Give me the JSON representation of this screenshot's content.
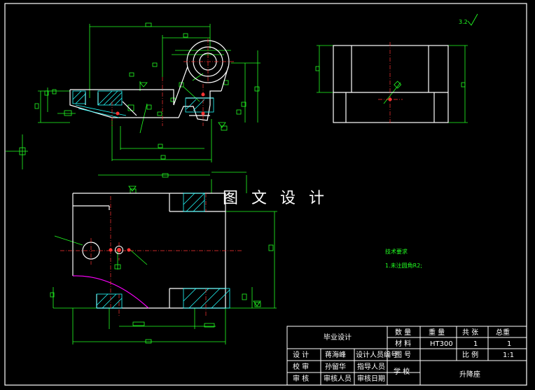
{
  "watermark": "图 文 设 计",
  "roughness_mark": "3.2",
  "tech_notes": {
    "title": "技术要求",
    "item1": "1.未注圆角R2;"
  },
  "title_block": {
    "project": "毕业设计",
    "quantity_label": "数 量",
    "weight_label": "重 量",
    "sheet_label": "共 张",
    "total_weight_label": "总重",
    "material_label": "材 料",
    "material_value": "HT300",
    "quantity_value": "1",
    "scale_label": "比 例",
    "scale_value": "1:1",
    "drawing_no_label": "图 号",
    "designer_label": "设 计",
    "designer_name": "蒋海峰",
    "student_id_label": "设计人员编号",
    "checker_label": "校 审",
    "checker_name": "孙留华",
    "advisor_label": "指导人员",
    "review_label": "审 核",
    "reviewer_label": "审核人员",
    "review_date_label": "审核日期",
    "school_label": "学 校",
    "part_name": "升降座"
  }
}
